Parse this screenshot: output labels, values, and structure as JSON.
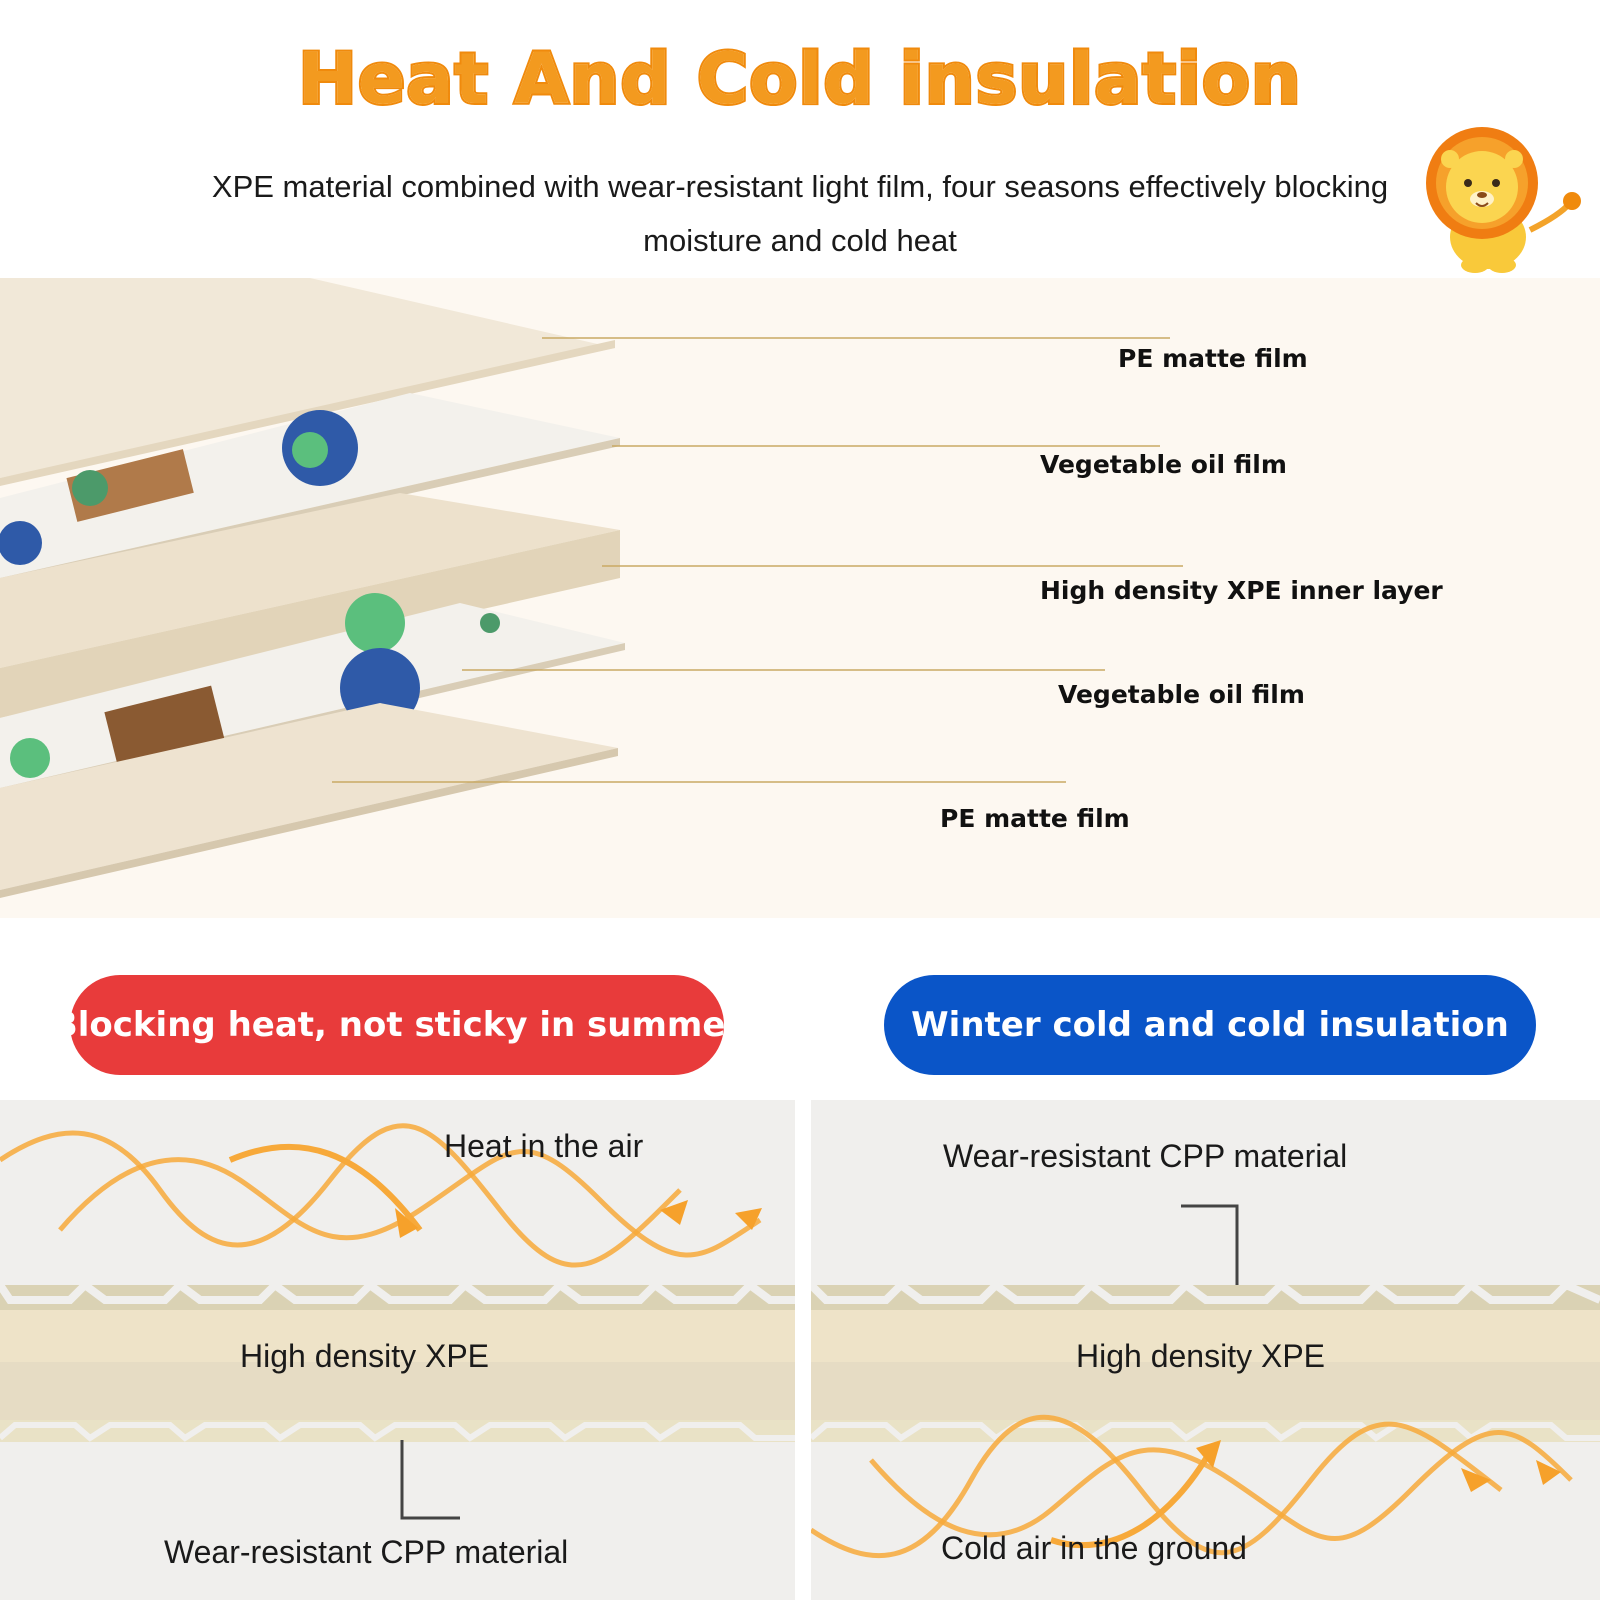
{
  "header": {
    "title": "Heat And Cold insulation",
    "subtitle": "XPE material combined with wear-resistant light film, four seasons effectively blocking moisture and cold heat"
  },
  "mascot": {
    "icon": "lion-icon"
  },
  "layers": {
    "labels": [
      "PE matte film",
      "Vegetable oil film",
      "High density XPE inner layer",
      "Vegetable oil film",
      "PE matte film"
    ]
  },
  "summer": {
    "badge": "Blocking heat, not sticky in summer",
    "top_label": "Heat in the air",
    "middle_label": "High density XPE",
    "bottom_label": "Wear-resistant CPP material"
  },
  "winter": {
    "badge": "Winter cold and cold insulation",
    "top_label": "Wear-resistant CPP material",
    "middle_label": "High density XPE",
    "bottom_label": "Cold air in the ground"
  },
  "colors": {
    "title_orange": "#f39a1f",
    "summer_red": "#e83b3b",
    "winter_blue": "#0a55c8",
    "wave_orange": "#f7a93a"
  }
}
